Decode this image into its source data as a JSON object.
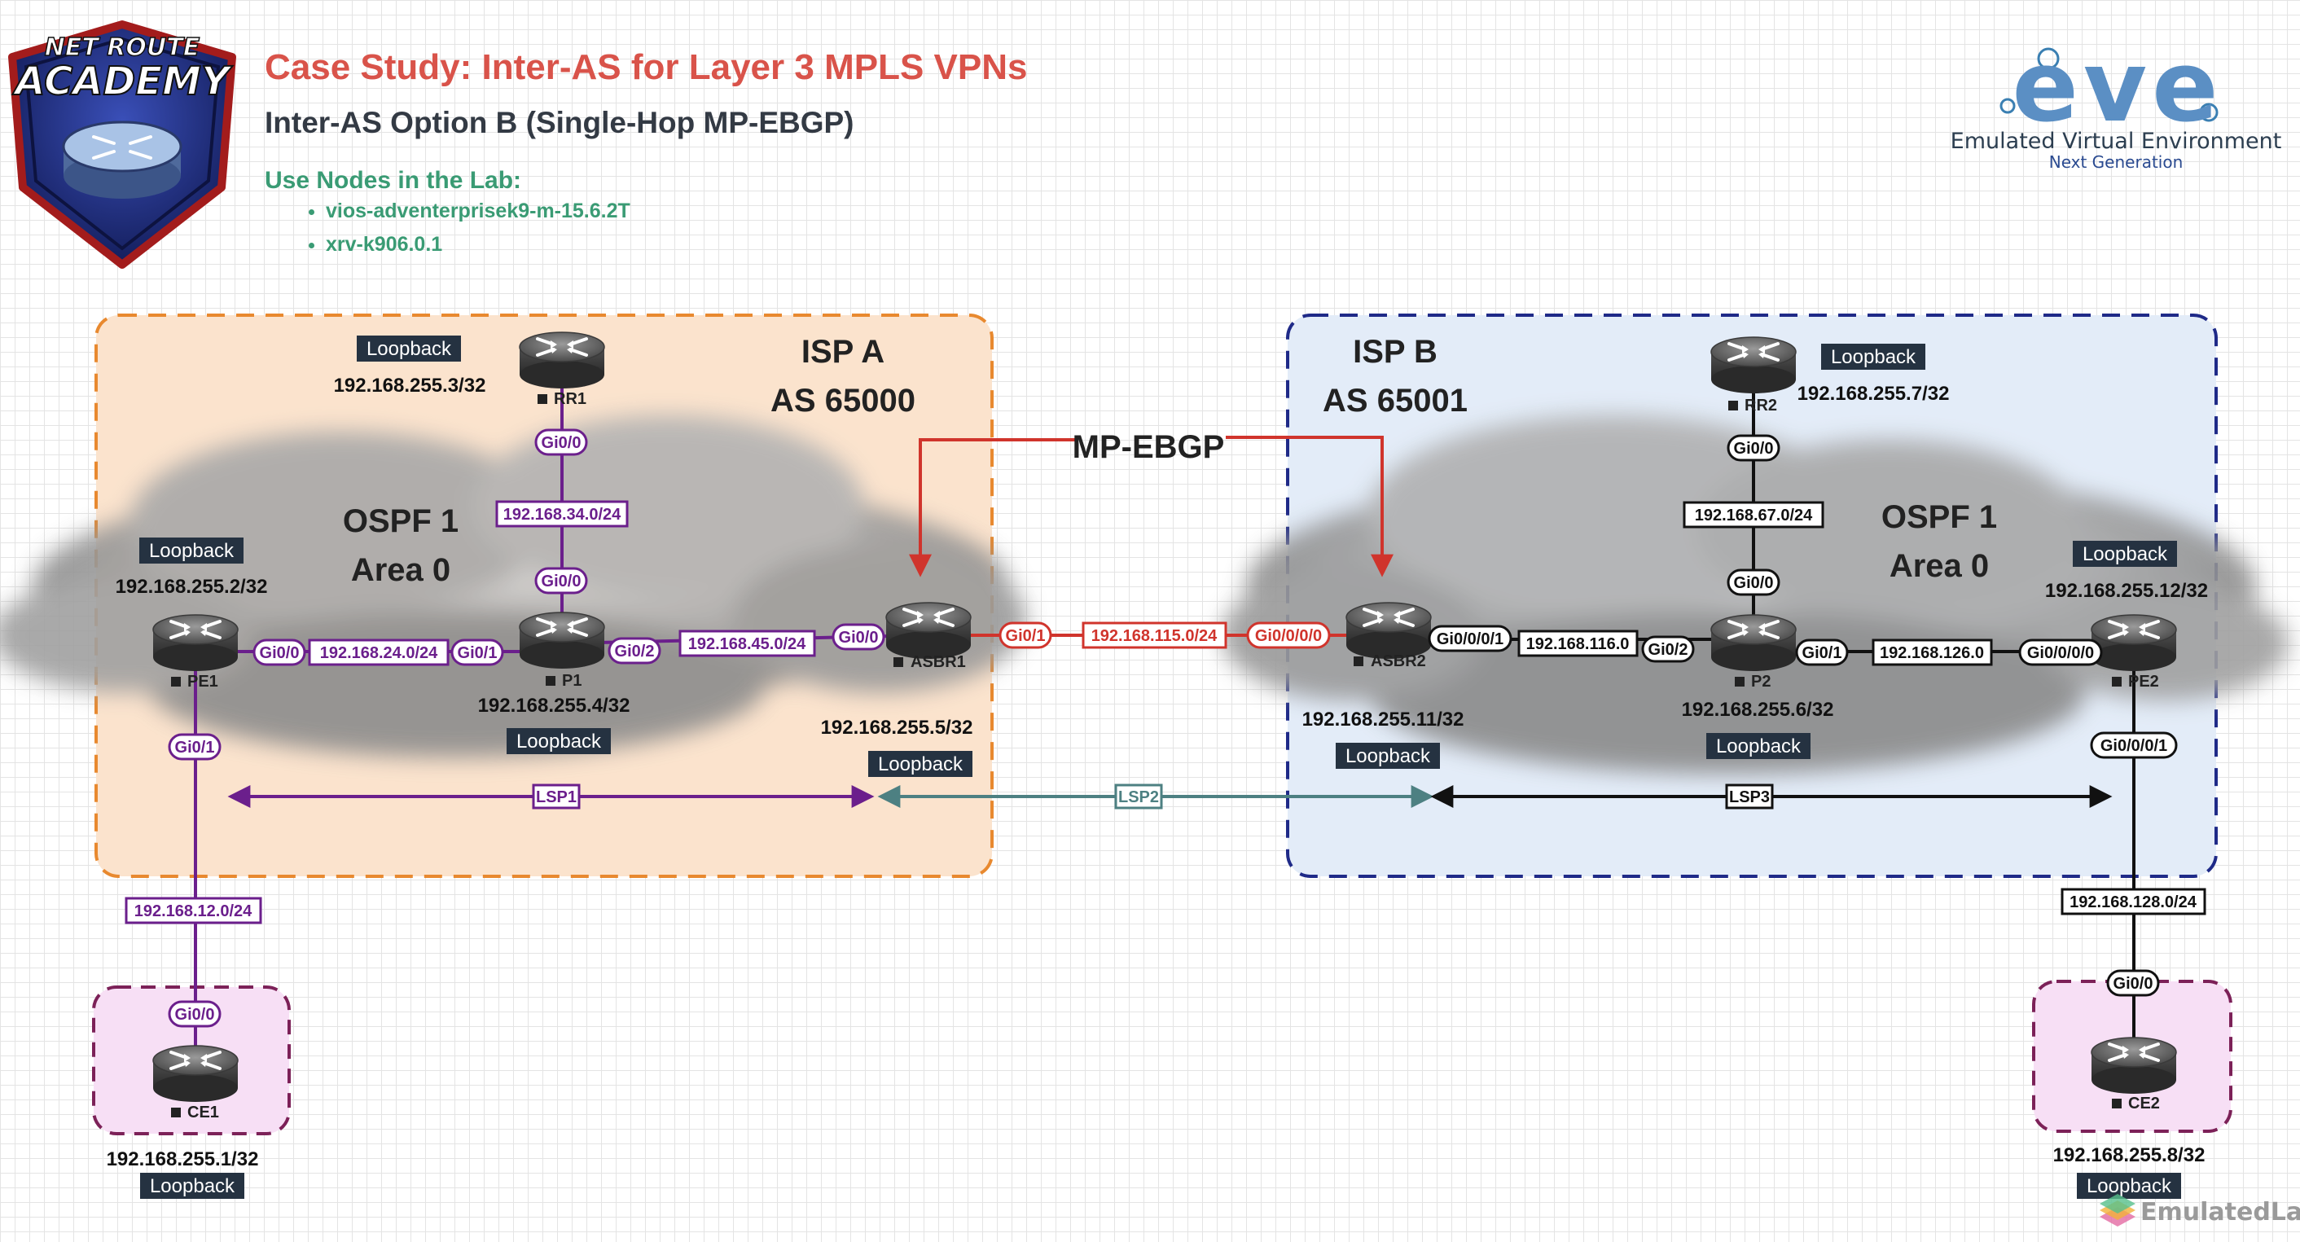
{
  "header": {
    "title": "Case Study: Inter-AS for Layer 3 MPLS VPNs",
    "subtitle": "Inter-AS Option B (Single-Hop MP-EBGP)",
    "nodes_heading": "Use Nodes in the Lab:",
    "nodes": [
      "vios-adventerprisek9-m-15.6.2T",
      "xrv-k906.0.1"
    ]
  },
  "logos": {
    "academy_line1": "NET ROUTE",
    "academy_line2": "ACADEMY",
    "eve_word": "eve",
    "eve_tagline": "Emulated Virtual Environment",
    "eve_tagline2": "Next Generation",
    "watermark": "EmulatedLab"
  },
  "zones": {
    "isp_a": {
      "name": "ISP A",
      "as": "AS 65000",
      "igp": "OSPF 1",
      "area": "Area 0"
    },
    "isp_b": {
      "name": "ISP B",
      "as": "AS 65001",
      "igp": "OSPF 1",
      "area": "Area 0"
    }
  },
  "session": "MP-EBGP",
  "routers": {
    "rr1": {
      "name": "RR1",
      "loopback_tag": "Loopback",
      "loopback": "192.168.255.3/32"
    },
    "pe1": {
      "name": "PE1",
      "loopback_tag": "Loopback",
      "loopback": "192.168.255.2/32"
    },
    "p1": {
      "name": "P1",
      "loopback_tag": "Loopback",
      "loopback": "192.168.255.4/32"
    },
    "asbr1": {
      "name": "ASBR1",
      "loopback_tag": "Loopback",
      "loopback": "192.168.255.5/32"
    },
    "ce1": {
      "name": "CE1",
      "loopback_tag": "Loopback",
      "loopback": "192.168.255.1/32"
    },
    "rr2": {
      "name": "RR2",
      "loopback_tag": "Loopback",
      "loopback": "192.168.255.7/32"
    },
    "asbr2": {
      "name": "ASBR2",
      "loopback_tag": "Loopback",
      "loopback": "192.168.255.11/32"
    },
    "p2": {
      "name": "P2",
      "loopback_tag": "Loopback",
      "loopback": "192.168.255.6/32"
    },
    "pe2": {
      "name": "PE2",
      "loopback_tag": "Loopback",
      "loopback": "192.168.255.12/32"
    },
    "ce2": {
      "name": "CE2",
      "loopback_tag": "Loopback",
      "loopback": "192.168.255.8/32"
    }
  },
  "links": {
    "rr1_p1": {
      "a_if": "Gi0/0",
      "subnet": "192.168.34.0/24",
      "b_if": "Gi0/0"
    },
    "pe1_p1": {
      "a_if": "Gi0/0",
      "subnet": "192.168.24.0/24",
      "b_if": "Gi0/1"
    },
    "p1_asbr1": {
      "a_if": "Gi0/2",
      "subnet": "192.168.45.0/24",
      "b_if": "Gi0/0"
    },
    "asbr1_asbr2": {
      "a_if": "Gi0/1",
      "subnet": "192.168.115.0/24",
      "b_if": "Gi0/0/0/0"
    },
    "pe1_ce1": {
      "a_if": "Gi0/1",
      "subnet": "192.168.12.0/24",
      "b_if": "Gi0/0"
    },
    "asbr2_p2": {
      "a_if": "Gi0/0/0/1",
      "subnet": "192.168.116.0",
      "b_if": "Gi0/2"
    },
    "rr2_p2": {
      "a_if": "Gi0/0",
      "subnet": "192.168.67.0/24",
      "b_if": "Gi0/0"
    },
    "p2_pe2": {
      "a_if": "Gi0/1",
      "subnet": "192.168.126.0",
      "b_if": "Gi0/0/0/0"
    },
    "pe2_ce2": {
      "a_if": "Gi0/0/0/1",
      "subnet": "192.168.128.0/24",
      "b_if": "Gi0/0"
    }
  },
  "lsps": {
    "lsp1": "LSP1",
    "lsp2": "LSP2",
    "lsp3": "LSP3"
  },
  "colors": {
    "title": "#d9534a",
    "isp_a_border": "#e8892f",
    "isp_a_fill": "#fbe3cd",
    "isp_b_border": "#1f2a88",
    "isp_b_fill": "#e3ecf8",
    "ce_border": "#7c2158",
    "ce_fill": "#f7dff5",
    "isp_a_link": "#6b1f8c",
    "interas_link": "#d0342c",
    "isp_b_link": "#111111",
    "lsp2": "#4d8082",
    "loopback_tag": "#253241"
  }
}
